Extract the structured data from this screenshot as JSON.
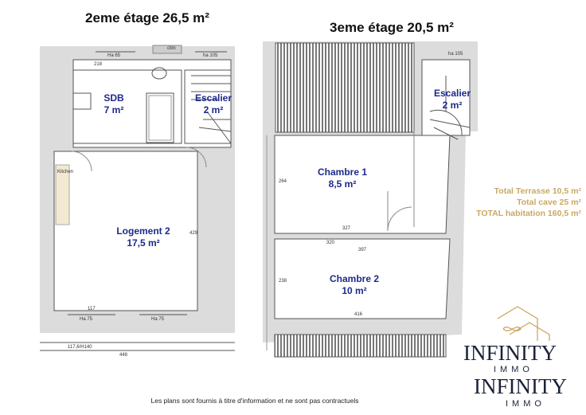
{
  "floors": [
    {
      "title": "2eme étage 26,5 m²",
      "rooms": [
        {
          "name": "SDB",
          "area": "7 m²"
        },
        {
          "name": "Escalier",
          "area": "2 m²"
        },
        {
          "name": "Logement 2",
          "area": "17,5 m²"
        }
      ],
      "labels": {
        "clim": "clim",
        "window1": "Ha 65",
        "window2": "ha 105",
        "kitchen": "Kitchen",
        "window3": "Ha 75",
        "window4": "Ha 75",
        "width": "448",
        "d1": "218",
        "d2": "429",
        "d3": "117",
        "d4": "117,6/H140"
      }
    },
    {
      "title": "3eme étage 20,5 m²",
      "rooms": [
        {
          "name": "Escalier",
          "area": "2 m²"
        },
        {
          "name": "Chambre 1",
          "area": "8,5 m²"
        },
        {
          "name": "Chambre 2",
          "area": "10 m²"
        }
      ],
      "labels": {
        "window": "ha 105",
        "d1": "327",
        "d2": "320",
        "d3": "397",
        "d4": "416",
        "d5": "264",
        "d6": "238"
      }
    }
  ],
  "totals": [
    "Total Terrasse 10,5 m²",
    "Total cave 25 m²",
    "TOTAL habitation 160,5 m²"
  ],
  "footer": "Les plans sont fournis à titre d'information et ne sont pas contractuels",
  "logo": {
    "brand": "INFINITY",
    "sub": "IMMO"
  },
  "colors": {
    "room_text": "#1c2a8a",
    "totals": "#c9a864",
    "wall": "#d0d0d0"
  }
}
